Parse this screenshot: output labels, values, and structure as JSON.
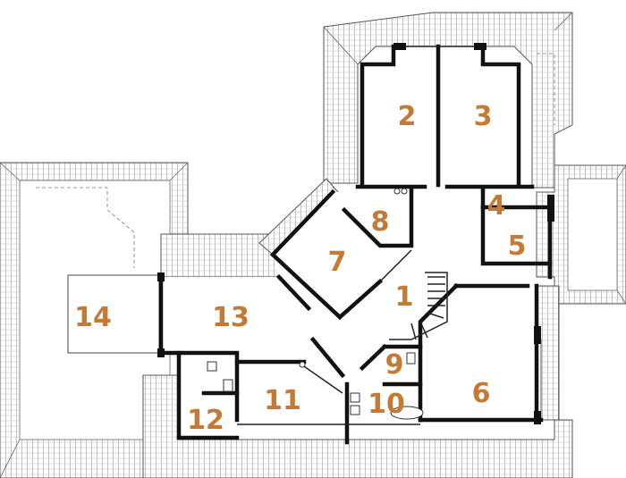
{
  "rooms": [
    {
      "id": "1",
      "label": "1"
    },
    {
      "id": "2",
      "label": "2"
    },
    {
      "id": "3",
      "label": "3"
    },
    {
      "id": "4",
      "label": "4"
    },
    {
      "id": "5",
      "label": "5"
    },
    {
      "id": "6",
      "label": "6"
    },
    {
      "id": "7",
      "label": "7"
    },
    {
      "id": "8",
      "label": "8"
    },
    {
      "id": "9",
      "label": "9"
    },
    {
      "id": "10",
      "label": "10"
    },
    {
      "id": "11",
      "label": "11"
    },
    {
      "id": "12",
      "label": "12"
    },
    {
      "id": "13",
      "label": "13"
    },
    {
      "id": "14",
      "label": "14"
    }
  ],
  "colors": {
    "label": "#c47a35",
    "wall": "#111111",
    "roof": "#555555"
  }
}
